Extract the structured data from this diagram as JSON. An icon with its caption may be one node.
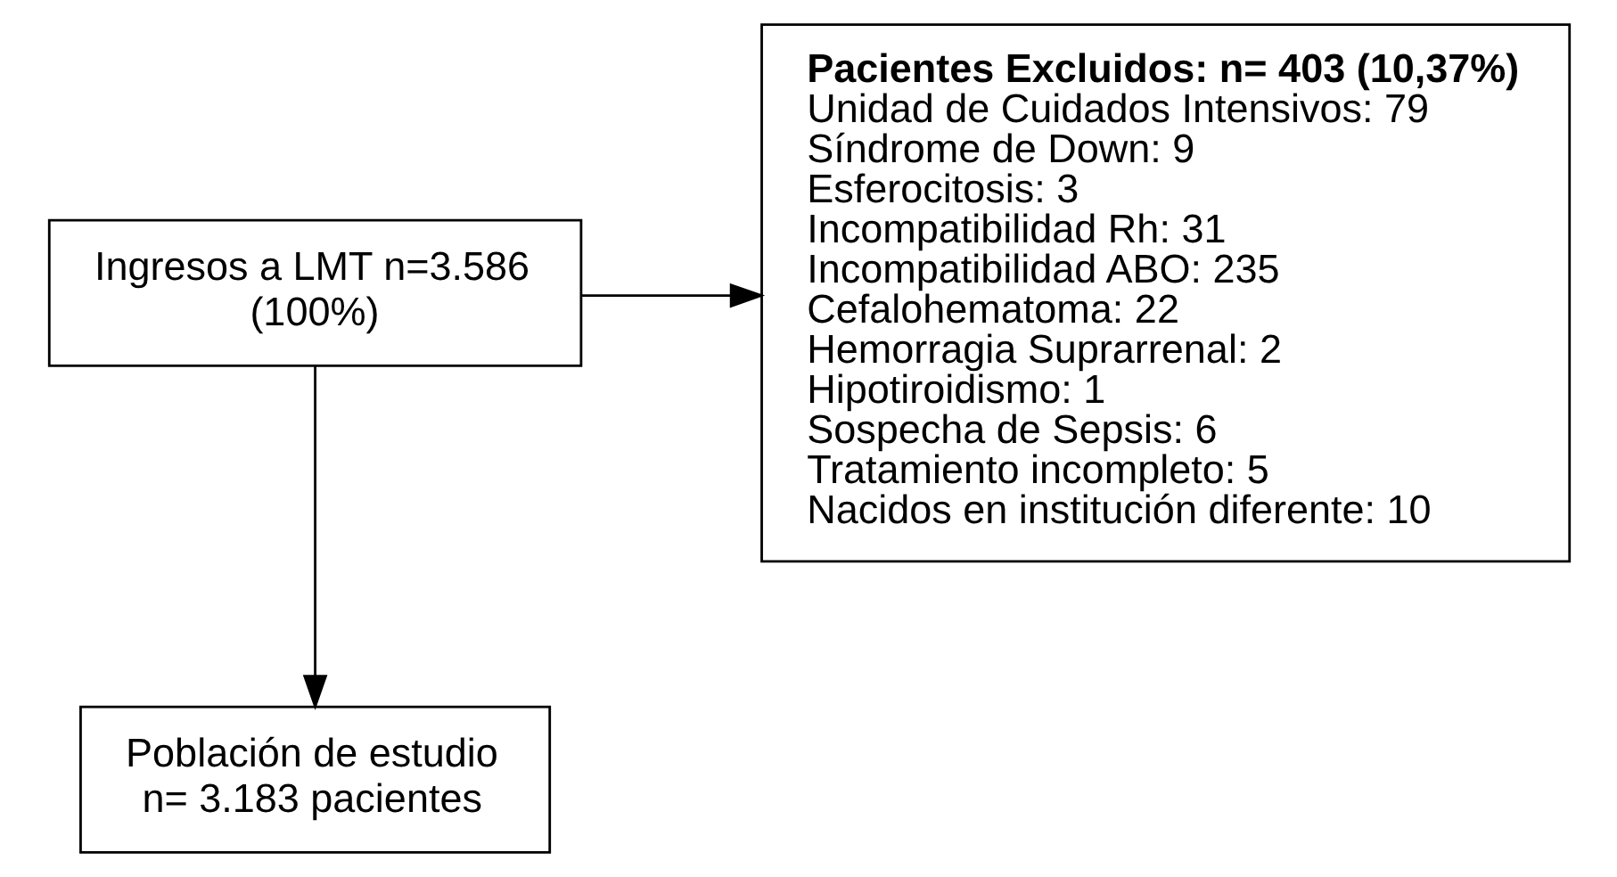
{
  "diagram": {
    "nodes": [
      {
        "text": [
          "Ingresos a LMT n=3.586 (100%)"
        ]
      },
      {
        "text": [
          "Población de estudio n= 3.183 pacientes"
        ]
      },
      {
        "text": [
          "Pacientes Excluidos: n= 403 (10,37%)",
          "Unidad de Cuidados Intensivos: 79",
          "Síndrome de Down: 9",
          "Esferocitosis: 3",
          "Incompatibilidad Rh: 31",
          "Incompatibilidad ABO: 235",
          "Cefalohematoma: 22",
          "Hemorragia Suprarrenal: 2",
          "Hipotiroidismo: 1",
          "Sospecha de Sepsis: 6",
          "Tratamiento incompleto: 5",
          "Nacidos en institución diferente: 10"
        ]
      }
    ],
    "edges": [
      {
        "from": 0,
        "to": 1,
        "arrow": "to"
      },
      {
        "from": 0,
        "to": 2,
        "arrow": "to"
      }
    ]
  }
}
